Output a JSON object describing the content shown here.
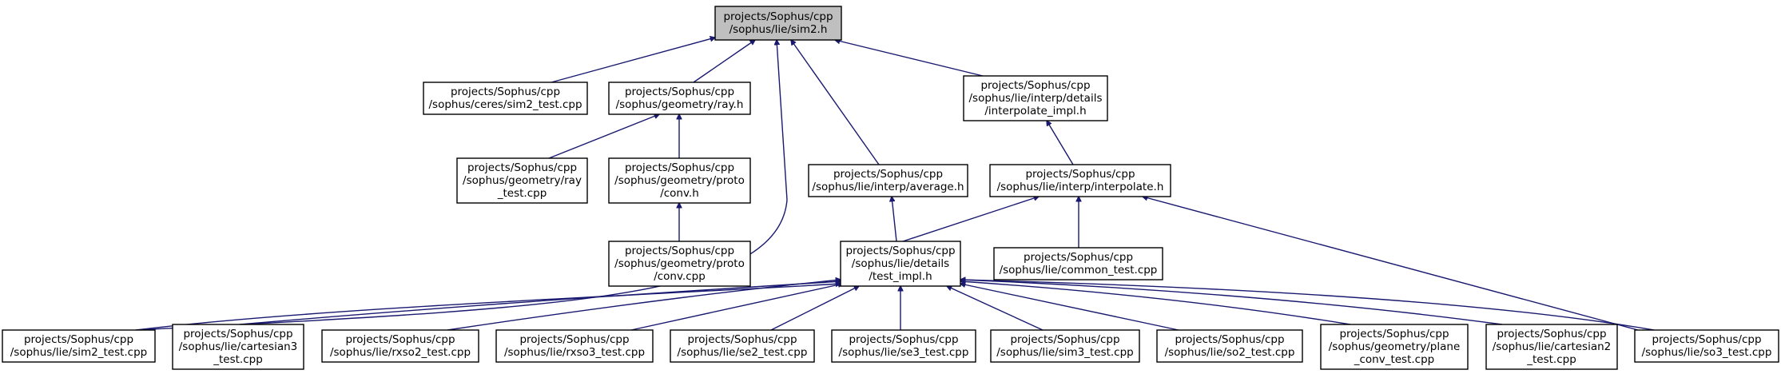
{
  "graph": {
    "edge_color": "#191970",
    "root_fill": "#bfbfbf",
    "nodes": [
      {
        "id": "sim2_h",
        "lines": [
          "projects/Sophus/cpp",
          "/sophus/lie/sim2.h"
        ],
        "root": true
      },
      {
        "id": "ceres_sim2_test",
        "lines": [
          "projects/Sophus/cpp",
          "/sophus/ceres/sim2_test.cpp"
        ]
      },
      {
        "id": "ray_h",
        "lines": [
          "projects/Sophus/cpp",
          "/sophus/geometry/ray.h"
        ]
      },
      {
        "id": "interpolate_impl_h",
        "lines": [
          "projects/Sophus/cpp",
          "/sophus/lie/interp/details",
          "/interpolate_impl.h"
        ]
      },
      {
        "id": "ray_test",
        "lines": [
          "projects/Sophus/cpp",
          "/sophus/geometry/ray",
          "_test.cpp"
        ]
      },
      {
        "id": "proto_conv_h",
        "lines": [
          "projects/Sophus/cpp",
          "/sophus/geometry/proto",
          "/conv.h"
        ]
      },
      {
        "id": "average_h",
        "lines": [
          "projects/Sophus/cpp",
          "/sophus/lie/interp/average.h"
        ]
      },
      {
        "id": "interpolate_h",
        "lines": [
          "projects/Sophus/cpp",
          "/sophus/lie/interp/interpolate.h"
        ]
      },
      {
        "id": "proto_conv_cpp",
        "lines": [
          "projects/Sophus/cpp",
          "/sophus/geometry/proto",
          "/conv.cpp"
        ]
      },
      {
        "id": "test_impl_h",
        "lines": [
          "projects/Sophus/cpp",
          "/sophus/lie/details",
          "/test_impl.h"
        ]
      },
      {
        "id": "common_test",
        "lines": [
          "projects/Sophus/cpp",
          "/sophus/lie/common_test.cpp"
        ]
      },
      {
        "id": "sim2_test",
        "lines": [
          "projects/Sophus/cpp",
          "/sophus/lie/sim2_test.cpp"
        ]
      },
      {
        "id": "cartesian3_test",
        "lines": [
          "projects/Sophus/cpp",
          "/sophus/lie/cartesian3",
          "_test.cpp"
        ]
      },
      {
        "id": "rxso2_test",
        "lines": [
          "projects/Sophus/cpp",
          "/sophus/lie/rxso2_test.cpp"
        ]
      },
      {
        "id": "rxso3_test",
        "lines": [
          "projects/Sophus/cpp",
          "/sophus/lie/rxso3_test.cpp"
        ]
      },
      {
        "id": "se2_test",
        "lines": [
          "projects/Sophus/cpp",
          "/sophus/lie/se2_test.cpp"
        ]
      },
      {
        "id": "se3_test",
        "lines": [
          "projects/Sophus/cpp",
          "/sophus/lie/se3_test.cpp"
        ]
      },
      {
        "id": "sim3_test",
        "lines": [
          "projects/Sophus/cpp",
          "/sophus/lie/sim3_test.cpp"
        ]
      },
      {
        "id": "so2_test",
        "lines": [
          "projects/Sophus/cpp",
          "/sophus/lie/so2_test.cpp"
        ]
      },
      {
        "id": "plane_conv_test",
        "lines": [
          "projects/Sophus/cpp",
          "/sophus/geometry/plane",
          "_conv_test.cpp"
        ]
      },
      {
        "id": "cartesian2_test",
        "lines": [
          "projects/Sophus/cpp",
          "/sophus/lie/cartesian2",
          "_test.cpp"
        ]
      },
      {
        "id": "so3_test",
        "lines": [
          "projects/Sophus/cpp",
          "/sophus/lie/so3_test.cpp"
        ]
      }
    ],
    "edges": [
      {
        "from": "ceres_sim2_test",
        "to": "sim2_h"
      },
      {
        "from": "ray_h",
        "to": "sim2_h"
      },
      {
        "from": "sim2_test",
        "to": "sim2_h"
      },
      {
        "from": "average_h",
        "to": "sim2_h"
      },
      {
        "from": "interpolate_impl_h",
        "to": "sim2_h"
      },
      {
        "from": "ray_test",
        "to": "ray_h"
      },
      {
        "from": "proto_conv_h",
        "to": "ray_h"
      },
      {
        "from": "interpolate_h",
        "to": "interpolate_impl_h"
      },
      {
        "from": "proto_conv_cpp",
        "to": "proto_conv_h"
      },
      {
        "from": "test_impl_h",
        "to": "average_h"
      },
      {
        "from": "test_impl_h",
        "to": "interpolate_h"
      },
      {
        "from": "common_test",
        "to": "interpolate_h"
      },
      {
        "from": "so3_test",
        "to": "interpolate_h"
      },
      {
        "from": "sim2_test",
        "to": "test_impl_h"
      },
      {
        "from": "cartesian3_test",
        "to": "test_impl_h"
      },
      {
        "from": "rxso2_test",
        "to": "test_impl_h"
      },
      {
        "from": "rxso3_test",
        "to": "test_impl_h"
      },
      {
        "from": "se2_test",
        "to": "test_impl_h"
      },
      {
        "from": "se3_test",
        "to": "test_impl_h"
      },
      {
        "from": "sim3_test",
        "to": "test_impl_h"
      },
      {
        "from": "so2_test",
        "to": "test_impl_h"
      },
      {
        "from": "plane_conv_test",
        "to": "test_impl_h"
      },
      {
        "from": "cartesian2_test",
        "to": "test_impl_h"
      },
      {
        "from": "so3_test",
        "to": "test_impl_h"
      }
    ]
  }
}
